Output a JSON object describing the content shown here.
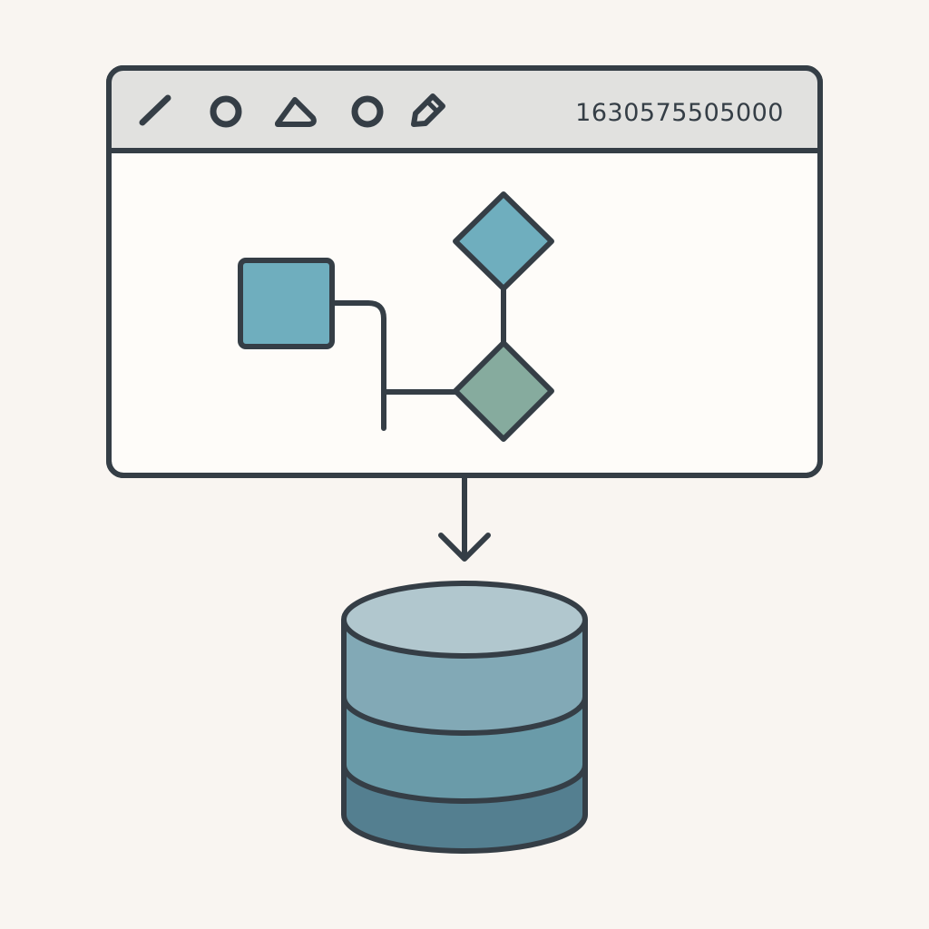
{
  "toolbar": {
    "timestamp": "1630575505000",
    "tools": [
      {
        "icon": "line-icon"
      },
      {
        "icon": "circle-icon"
      },
      {
        "icon": "eraser-icon"
      },
      {
        "icon": "circle-icon"
      },
      {
        "icon": "pencil-icon"
      }
    ]
  },
  "diagram": {
    "nodes": [
      {
        "id": "square",
        "shape": "square"
      },
      {
        "id": "diamond-top",
        "shape": "diamond"
      },
      {
        "id": "diamond-bottom",
        "shape": "diamond"
      }
    ],
    "target": {
      "icon": "database-icon"
    }
  },
  "colors": {
    "background": "#f9f5f1",
    "outline": "#353e46",
    "toolbar": "#e1e1df",
    "canvas": "#fefcf9",
    "square": "#6faebe",
    "diamond_top": "#6faebe",
    "diamond_bottom": "#86ab9e",
    "db_top": "#b1c7ce",
    "db_layer_1": "#82a9b6",
    "db_layer_2": "#6a9ba9",
    "db_layer_3": "#547f90"
  }
}
